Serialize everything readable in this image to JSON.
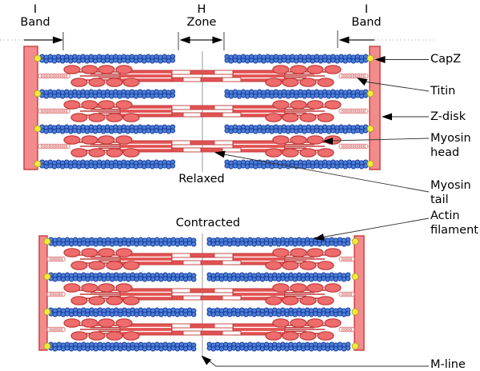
{
  "annotations": {
    "i_band_left": {
      "line1": "I",
      "line2": "Band"
    },
    "h_zone": {
      "line1": "H",
      "line2": "Zone"
    },
    "i_band_right": {
      "line1": "I",
      "line2": "Band"
    }
  },
  "states": {
    "relaxed": "Relaxed",
    "contracted": "Contracted"
  },
  "labels": {
    "capz": "CapZ",
    "titin": "Titin",
    "z_disk": "Z-disk",
    "myosin_head": {
      "line1": "Myosin",
      "line2": "head"
    },
    "myosin_tail": {
      "line1": "Myosin",
      "line2": "tail"
    },
    "actin_filament": {
      "line1": "Actin",
      "line2": "filament"
    },
    "m_line": "M-line"
  },
  "colors": {
    "background": "#ffffff",
    "actin_fill": "#4d7fd6",
    "actin_stroke": "#1a3f9f",
    "myosin_fill": "#e25252",
    "myosin_head_fill": "#ee6c6c",
    "myosin_stroke": "#c03a3a",
    "z_disk_fill": "#f28b8b",
    "z_disk_stroke": "#cc4343",
    "capz_fill": "#f2e93a",
    "capz_stroke": "#a89a22",
    "titin_stroke": "#e59a9a",
    "m_line_stroke": "#9a9a9a",
    "annotation": "#000000"
  }
}
